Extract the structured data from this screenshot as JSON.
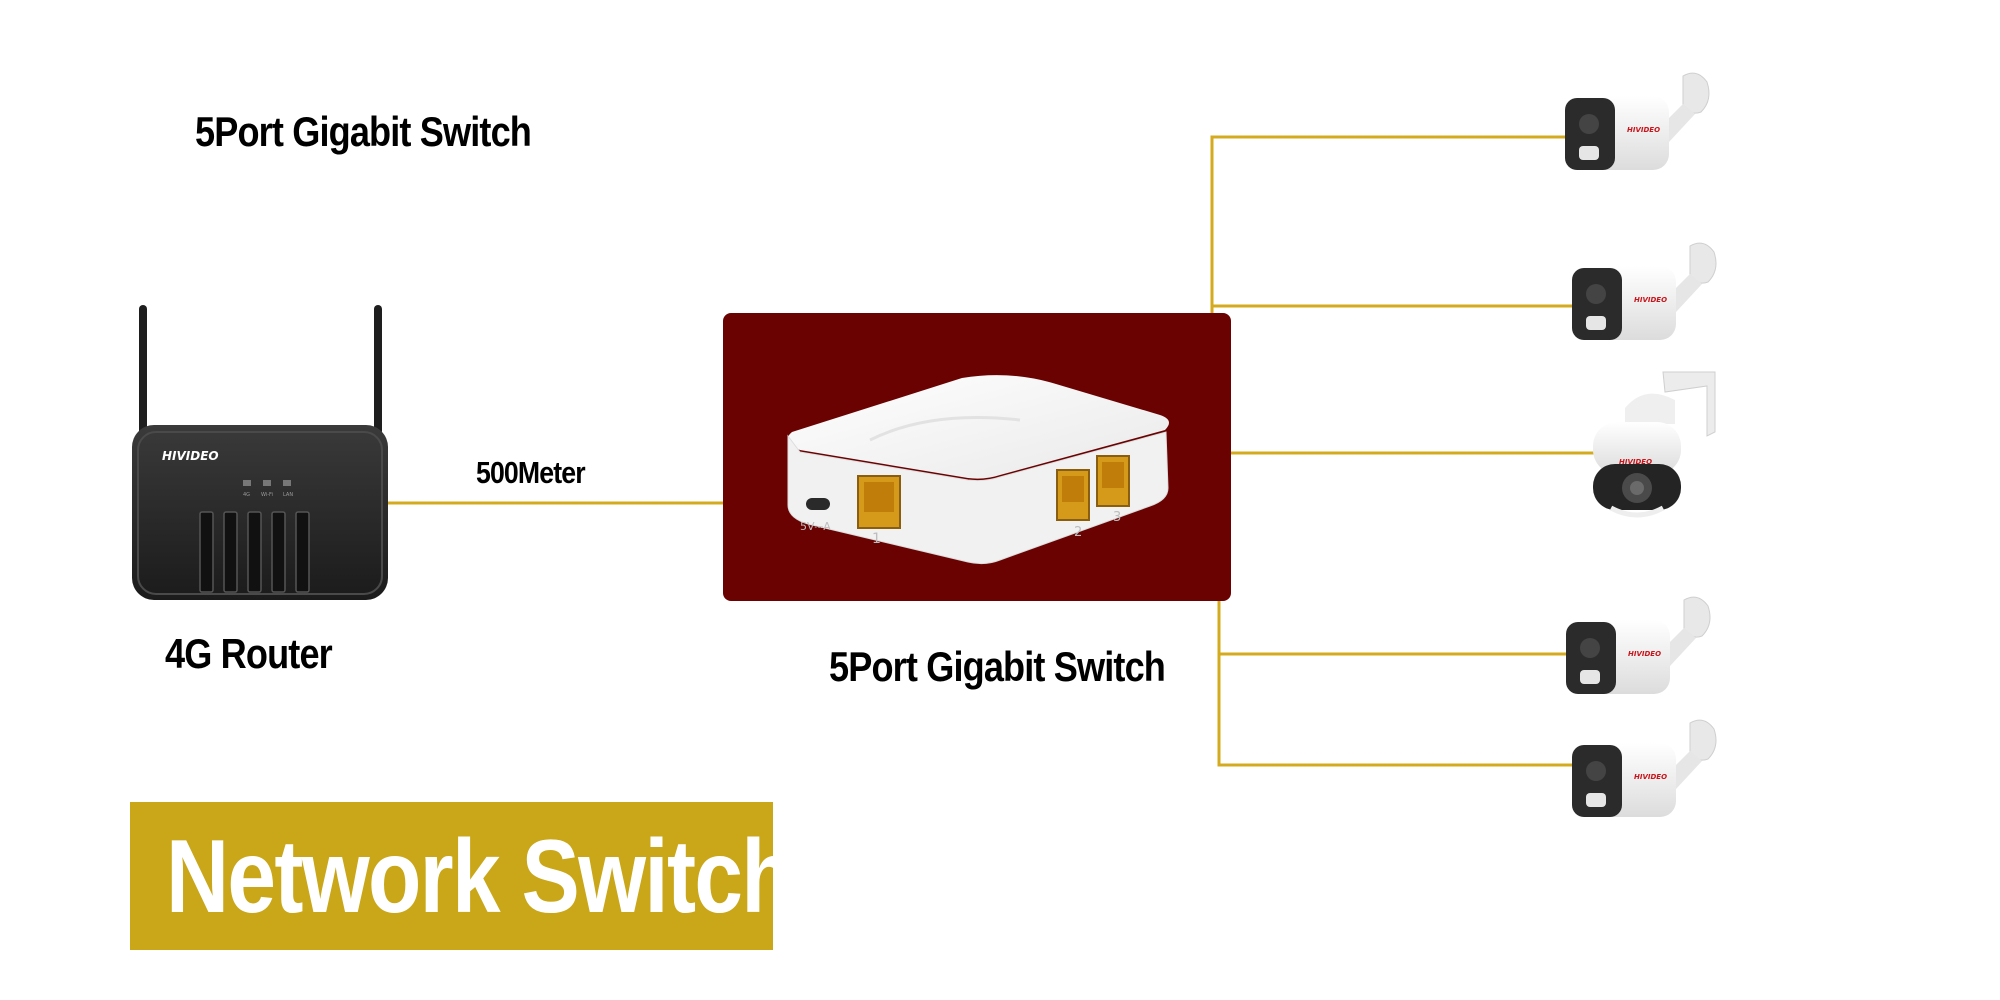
{
  "header": {
    "title": "5Port Gigabit Switch"
  },
  "router": {
    "label": "4G Router",
    "brand": "HIVIDEO",
    "indicators": [
      "4G",
      "Wi-Fi",
      "LAN"
    ]
  },
  "link": {
    "distance_label": "500Meter"
  },
  "switch": {
    "label": "5Port Gigabit Switch",
    "port_labels": [
      "1",
      "2",
      "3"
    ],
    "power_label": "5V⎓A"
  },
  "cameras": [
    {
      "brand": "HIVIDEO",
      "type": "bullet"
    },
    {
      "brand": "HIVIDEO",
      "type": "bullet"
    },
    {
      "brand": "HIVIDEO",
      "type": "ptz-dome"
    },
    {
      "brand": "HIVIDEO",
      "type": "bullet"
    },
    {
      "brand": "HIVIDEO",
      "type": "bullet"
    }
  ],
  "banner": {
    "text": "Network Switch"
  },
  "colors": {
    "cable": "#d4aa1e",
    "banner": "#c9a718",
    "switch_panel": "#6b0202",
    "router_body": "#252525",
    "camera_body": "#f2f2f2",
    "camera_face": "#2b2b2b",
    "brand_red": "#c8141a"
  }
}
